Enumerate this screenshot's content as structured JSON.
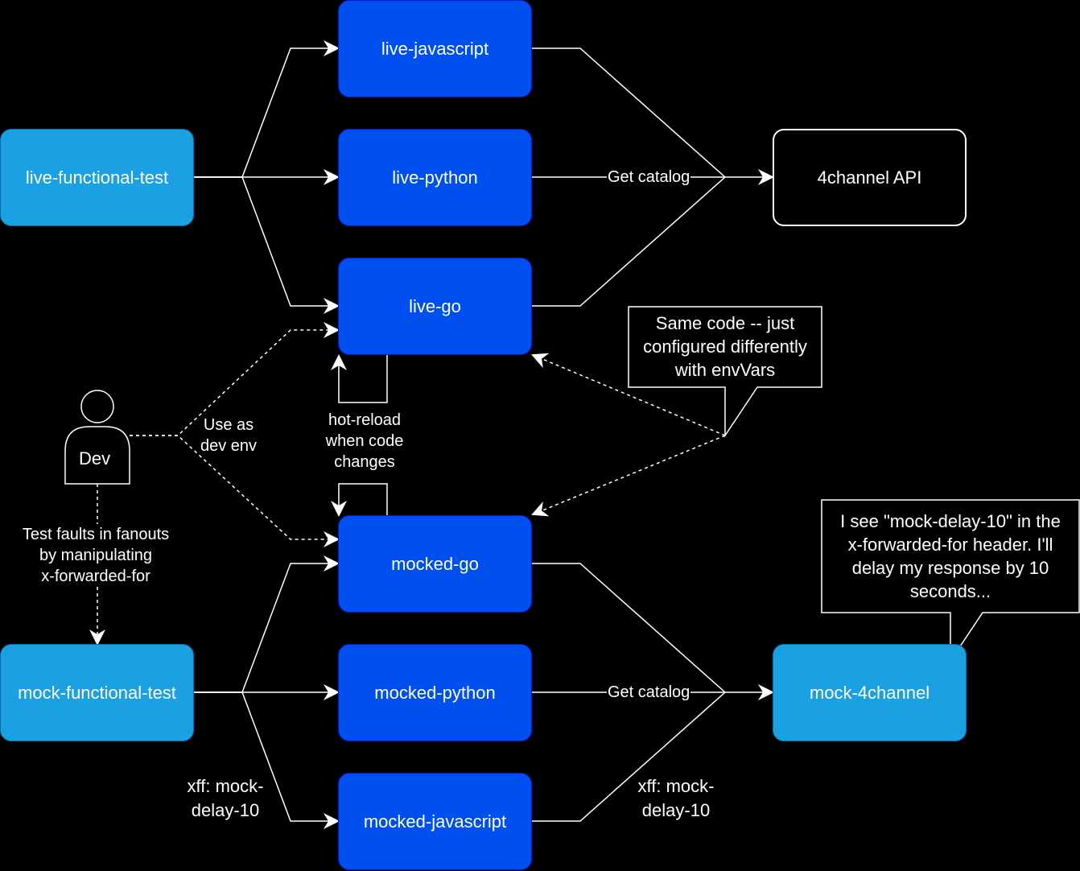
{
  "nodes": {
    "live_functional_test": "live-functional-test",
    "live_javascript": "live-javascript",
    "live_python": "live-python",
    "live_go": "live-go",
    "api_4channel": "4channel API",
    "mocked_go": "mocked-go",
    "mocked_python": "mocked-python",
    "mocked_javascript": "mocked-javascript",
    "mock_functional_test": "mock-functional-test",
    "mock_4channel": "mock-4channel"
  },
  "actor": {
    "name": "Dev"
  },
  "edge_labels": {
    "get_catalog_live": "Get catalog",
    "get_catalog_mock": "Get catalog",
    "use_as_dev_env_line1": "Use as",
    "use_as_dev_env_line2": "dev env",
    "hot_reload_line1": "hot-reload",
    "hot_reload_line2": "when code",
    "hot_reload_line3": "changes",
    "test_faults_line1": "Test faults in fanouts",
    "test_faults_line2": "by manipulating",
    "test_faults_line3": "x-forwarded-for",
    "xff_left_line1": "xff: mock-",
    "xff_left_line2": "delay-10",
    "xff_right_line1": "xff: mock-",
    "xff_right_line2": "delay-10"
  },
  "callouts": {
    "same_code_line1": "Same code -- just",
    "same_code_line2": "configured differently",
    "same_code_line3": "with envVars",
    "mock_delay_line1": "I see \"mock-delay-10\" in the",
    "mock_delay_line2": "x-forwarded-for header. I'll",
    "mock_delay_line3": "delay my response by 10",
    "mock_delay_line4": "seconds..."
  },
  "colors": {
    "background": "#000000",
    "service_fill": "#0050ef",
    "test_fill": "#1ba1e2",
    "stroke": "#ffffff"
  }
}
